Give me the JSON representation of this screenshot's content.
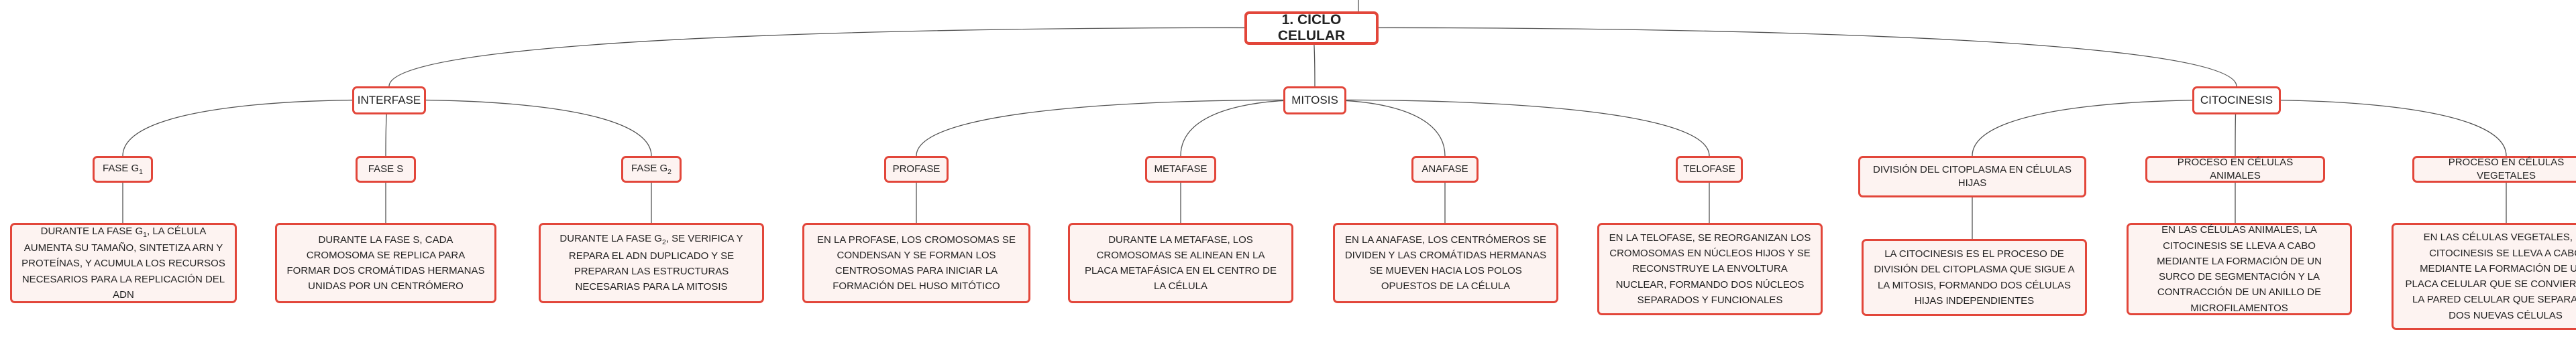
{
  "root": {
    "label": "1. CICLO CELULAR"
  },
  "branches": [
    {
      "label": "INTERFASE",
      "children": [
        {
          "label": "FASE G",
          "sub": "1",
          "detail": {
            "before": "DURANTE LA FASE G",
            "sub": "1",
            "after": ", LA CÉLULA AUMENTA SU TAMAÑO, SINTETIZA ARN Y PROTEÍNAS, Y ACUMULA LOS RECURSOS NECESARIOS PARA LA REPLICACIÓN DEL ADN"
          }
        },
        {
          "label": "FASE S",
          "detail": {
            "before": "DURANTE LA FASE S, CADA CROMOSOMA SE REPLICA PARA FORMAR DOS CROMÁTIDAS HERMANAS UNIDAS POR UN CENTRÓMERO"
          }
        },
        {
          "label": "FASE G",
          "sub": "2",
          "detail": {
            "before": "DURANTE LA FASE G",
            "sub": "2",
            "after": ", SE VERIFICA Y REPARA EL ADN DUPLICADO Y SE PREPARAN LAS ESTRUCTURAS NECESARIAS PARA LA MITOSIS"
          }
        }
      ]
    },
    {
      "label": "MITOSIS",
      "children": [
        {
          "label": "PROFASE",
          "detail": {
            "before": "EN LA PROFASE, LOS CROMOSOMAS SE CONDENSAN Y SE FORMAN LOS CENTROSOMAS PARA INICIAR LA FORMACIÓN DEL HUSO MITÓTICO"
          }
        },
        {
          "label": "METAFASE",
          "detail": {
            "before": "DURANTE LA METAFASE, LOS CROMOSOMAS SE ALINEAN EN LA PLACA METAFÁSICA EN EL CENTRO DE LA CÉLULA"
          }
        },
        {
          "label": "ANAFASE",
          "detail": {
            "before": "EN LA ANAFASE, LOS CENTRÓMEROS SE DIVIDEN Y LAS CROMÁTIDAS HERMANAS SE MUEVEN HACIA LOS POLOS OPUESTOS DE LA CÉLULA"
          }
        },
        {
          "label": "TELOFASE",
          "detail": {
            "before": "EN LA TELOFASE, SE REORGANIZAN LOS CROMOSOMAS EN NÚCLEOS HIJOS Y SE RECONSTRUYE LA ENVOLTURA NUCLEAR, FORMANDO DOS NÚCLEOS SEPARADOS Y FUNCIONALES"
          }
        }
      ]
    },
    {
      "label": "CITOCINESIS",
      "children": [
        {
          "label": "DIVISIÓN DEL CITOPLASMA EN CÉLULAS HIJAS",
          "detail": {
            "before": "LA CITOCINESIS ES EL PROCESO DE DIVISIÓN DEL CITOPLASMA QUE SIGUE A LA MITOSIS, FORMANDO DOS CÉLULAS HIJAS INDEPENDIENTES"
          }
        },
        {
          "label": "PROCESO EN CÉLULAS ANIMALES",
          "detail": {
            "before": "EN LAS CÉLULAS ANIMALES, LA CITOCINESIS SE LLEVA A CABO MEDIANTE LA FORMACIÓN DE UN SURCO DE SEGMENTACIÓN Y LA CONTRACCIÓN DE UN ANILLO DE MICROFILAMENTOS"
          }
        },
        {
          "label": "PROCESO EN CÉLULAS VEGETALES",
          "detail": {
            "before": "EN LAS CÉLULAS VEGETALES, LA CITOCINESIS SE LLEVA A CABO MEDIANTE LA FORMACIÓN DE UNA PLACA CELULAR QUE SE CONVIERTE EN LA PARED CELULAR QUE SEPARA LAS DOS NUEVAS CÉLULAS"
          }
        }
      ]
    }
  ],
  "colors": {
    "border": "#e2463a",
    "fill": "#fdf3f1",
    "line": "#555555"
  }
}
